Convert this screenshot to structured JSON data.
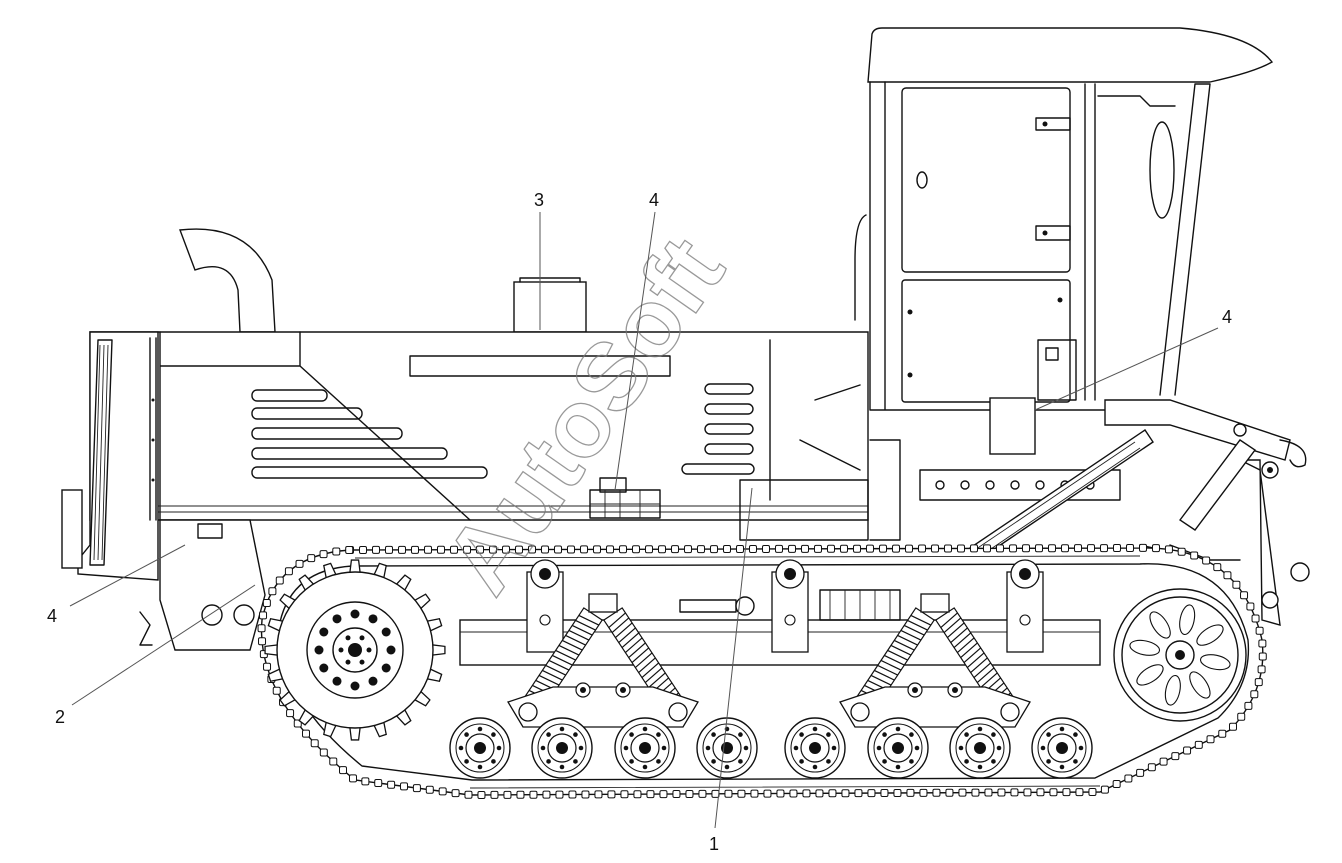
{
  "watermark": "AutoSoft",
  "callouts": [
    {
      "id": "callout-1",
      "label": "1"
    },
    {
      "id": "callout-2",
      "label": "2"
    },
    {
      "id": "callout-3",
      "label": "3"
    },
    {
      "id": "callout-4a",
      "label": "4"
    },
    {
      "id": "callout-4b",
      "label": "4"
    },
    {
      "id": "callout-4c",
      "label": "4"
    }
  ]
}
